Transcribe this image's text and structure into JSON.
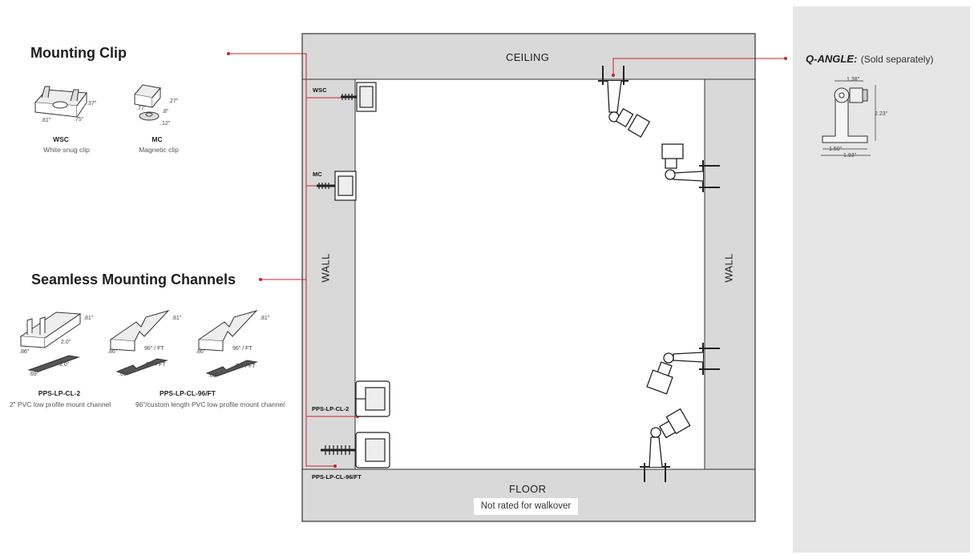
{
  "mounting_clip": {
    "heading": "Mounting Clip",
    "wsc": {
      "code": "WSC",
      "desc": "White snug clip",
      "dims": [
        ".37\"",
        ".81\"",
        ".75\""
      ]
    },
    "mc": {
      "code": "MC",
      "desc": "Magnetic clip",
      "dims": [
        ".27\"",
        ".77\"",
        ".12\"",
        ".8\""
      ]
    }
  },
  "channels": {
    "heading": "Seamless Mounting Channels",
    "cl2": {
      "code": "PPS-LP-CL-2",
      "desc": "2\" PVC low profile mount channel",
      "dims": [
        ".81\"",
        ".86\"",
        "2.0\"",
        "2.0\"",
        ".69\""
      ]
    },
    "cl96": {
      "code": "PPS-LP-CL-96/FT",
      "desc": "96\"/custom length PVC low profile mount channel",
      "dims_a": [
        ".81\"",
        ".86\"",
        "96\" / FT",
        "96\" / FT",
        ".69\""
      ],
      "dims_b": [
        ".81\"",
        ".86\"",
        "96\" / FT",
        "96\" / FT",
        ".69\""
      ]
    }
  },
  "room": {
    "ceiling": "CEILING",
    "floor": "FLOOR",
    "wall_left": "WALL",
    "wall_right": "WALL",
    "walkover": "Not rated for walkover",
    "tags": {
      "wsc": "WSC",
      "mc": "MC",
      "cl2": "PPS-LP-CL-2",
      "cl96": "PPS-LP-CL-96/FT"
    }
  },
  "qangle": {
    "title": "Q-ANGLE:",
    "note": "(Sold separately)",
    "dims": {
      "top": "1.38\"",
      "height": "2.23\"",
      "base_inner": "1.50\"",
      "base_outer": "1.93\""
    }
  },
  "colors": {
    "accent": "#c8242b",
    "wall": "#d9d9d9",
    "panel": "#e6e6e6",
    "outline": "#333333"
  }
}
